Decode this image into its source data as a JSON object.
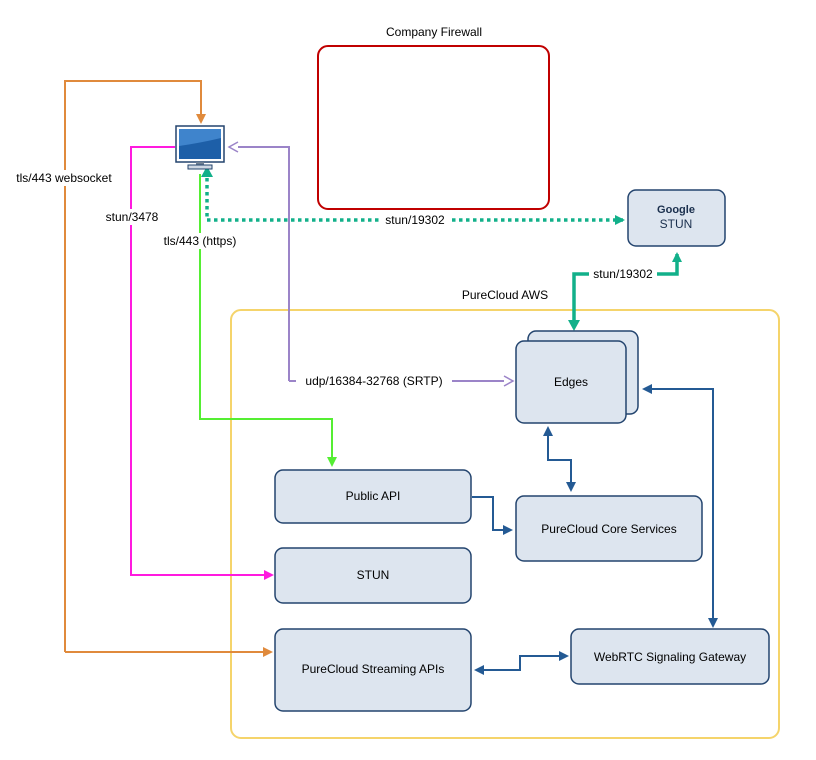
{
  "containers": {
    "firewall": {
      "label": "Company Firewall",
      "color": "#c00000"
    },
    "aws": {
      "label": "PureCloud AWS",
      "color": "#f5d46b"
    }
  },
  "nodes": {
    "client": {
      "icon": "monitor-icon"
    },
    "google_stun": {
      "line1": "Google",
      "line2": "STUN"
    },
    "edges": {
      "label": "Edges"
    },
    "public_api": {
      "label": "Public API"
    },
    "core_services": {
      "label": "PureCloud Core Services"
    },
    "stun": {
      "label": "STUN"
    },
    "streaming_apis": {
      "label": "PureCloud Streaming APIs"
    },
    "signaling_gateway": {
      "label": "WebRTC Signaling Gateway"
    }
  },
  "connections": {
    "websocket": {
      "label": "tls/443 websocket",
      "color": "#e08a3c"
    },
    "stun_3478": {
      "label": "stun/3478",
      "color": "#ff1adf"
    },
    "https": {
      "label": "tls/443 (https)",
      "color": "#55ee33"
    },
    "srtp": {
      "label": "udp/16384-32768 (SRTP)",
      "color": "#9b84c8"
    },
    "google_stun_client": {
      "label": "stun/19302",
      "color": "#12b08a"
    },
    "google_stun_edges": {
      "label": "stun/19302",
      "color": "#12b08a"
    }
  },
  "colors": {
    "node_fill": "#dde5ef",
    "node_stroke": "#23446e",
    "internal_link": "#245a94",
    "monitor_body": "#1d5fa8"
  }
}
